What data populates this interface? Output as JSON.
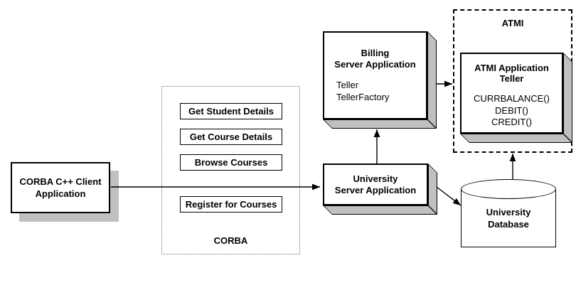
{
  "client_box": {
    "title": "CORBA C++ Client\nApplication"
  },
  "corba_group": {
    "label": "CORBA",
    "operations": [
      "Get Student Details",
      "Get Course Details",
      "Browse Courses",
      "Register for Courses"
    ]
  },
  "billing_server": {
    "title": "Billing\nServer Application",
    "interfaces": [
      "Teller",
      "TellerFactory"
    ]
  },
  "university_server": {
    "title": "University\nServer Application"
  },
  "atmi_group": {
    "label": "ATMI",
    "application": {
      "title": "ATMI Application\nTeller",
      "methods": [
        "CURRBALANCE()",
        "DEBIT()",
        "CREDIT()"
      ]
    }
  },
  "database": {
    "title": "University\nDatabase"
  },
  "colors": {
    "background": "#ffffff",
    "line": "#000000",
    "shadow_gray": "#c0c0c0"
  }
}
